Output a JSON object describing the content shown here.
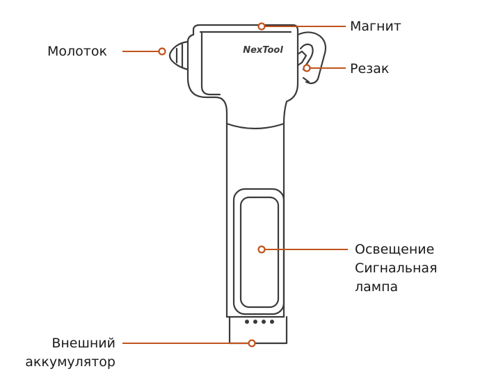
{
  "brand": "NexTool",
  "colors": {
    "outline": "#3a3a3a",
    "callout": "#c0531c",
    "text": "#1a1a1a",
    "background": "#ffffff"
  },
  "callouts": {
    "hammer": "Молоток",
    "magnet": "Магнит",
    "cutter": "Резак",
    "light": [
      "Освещение",
      "Сигнальная",
      "лампа"
    ],
    "battery": [
      "Внешний",
      "аккумулятор"
    ]
  },
  "indicator_count": 4
}
